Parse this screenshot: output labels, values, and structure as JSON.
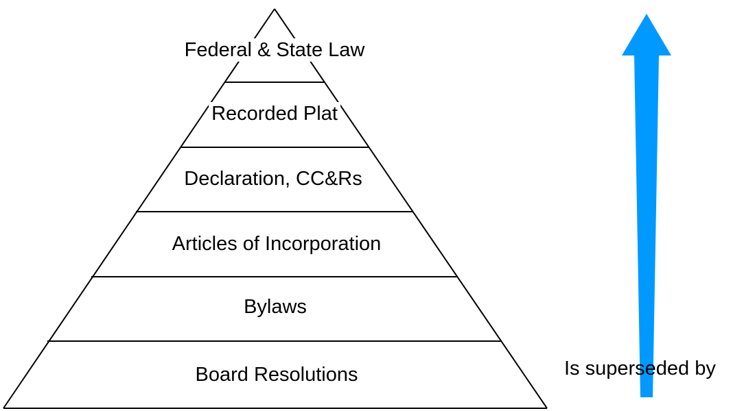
{
  "diagram": {
    "tiers": [
      {
        "label": "Federal & State Law"
      },
      {
        "label": "Recorded Plat"
      },
      {
        "label": "Declaration, CC&Rs"
      },
      {
        "label": "Articles of Incorporation"
      },
      {
        "label": "Bylaws"
      },
      {
        "label": "Board Resolutions"
      }
    ],
    "arrow": {
      "label": "Is superseded by",
      "color": "#0099ff",
      "direction": "up"
    },
    "line_color": "#000000"
  }
}
